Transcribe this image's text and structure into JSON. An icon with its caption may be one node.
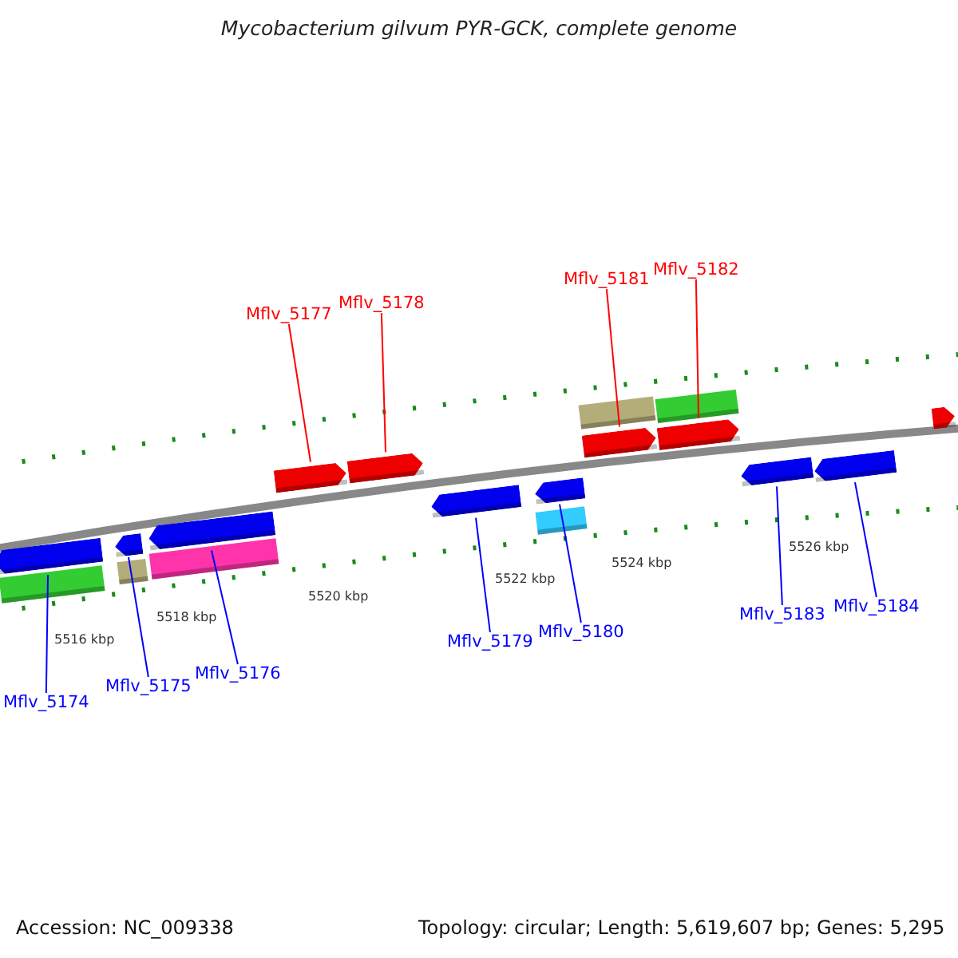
{
  "diagram": {
    "title": "Mycobacterium gilvum PYR-GCK, complete genome",
    "nodes": [
      {
        "text": [
          "Mflv_5174"
        ]
      },
      {
        "text": [
          "Mflv_5175"
        ]
      },
      {
        "text": [
          "Mflv_5176"
        ]
      },
      {
        "text": [
          "Mflv_5177"
        ]
      },
      {
        "text": [
          "Mflv_5178"
        ]
      },
      {
        "text": [
          "Mflv_5179"
        ]
      },
      {
        "text": [
          "Mflv_5180"
        ]
      },
      {
        "text": [
          "Mflv_5181"
        ]
      },
      {
        "text": [
          "Mflv_5182"
        ]
      },
      {
        "text": [
          "Mflv_5183"
        ]
      },
      {
        "text": [
          "Mflv_5184"
        ]
      },
      {
        "text": [],
        "shape": "arrow"
      },
      {
        "text": [],
        "shape": "arrow"
      },
      {
        "text": [],
        "shape": "arrow"
      },
      {
        "text": [],
        "shape": "arrow"
      },
      {
        "text": [],
        "shape": "arrow"
      },
      {
        "text": [],
        "shape": "arrow"
      },
      {
        "text": [],
        "shape": "arrow"
      },
      {
        "text": [],
        "shape": "arrow"
      },
      {
        "text": [],
        "shape": "arrow"
      },
      {
        "text": [],
        "shape": "arrow"
      },
      {
        "text": [],
        "shape": "arrow"
      },
      {
        "text": [],
        "shape": "arrow"
      },
      {
        "text": [],
        "shape": "bar"
      },
      {
        "text": [],
        "shape": "bar"
      },
      {
        "text": [],
        "shape": "bar"
      },
      {
        "text": [],
        "shape": "bar"
      },
      {
        "text": [],
        "shape": "bar"
      },
      {
        "text": [],
        "shape": "bar"
      }
    ],
    "edges": [
      {
        "from": 0,
        "to": 11,
        "arrow": "none"
      },
      {
        "from": 1,
        "to": 12,
        "arrow": "none"
      },
      {
        "from": 2,
        "to": 13,
        "arrow": "none"
      },
      {
        "from": 3,
        "to": 14,
        "arrow": "none",
        "color": "#ff0000"
      },
      {
        "from": 4,
        "to": 15,
        "arrow": "none",
        "color": "#ff0000"
      },
      {
        "from": 5,
        "to": 16,
        "arrow": "none"
      },
      {
        "from": 6,
        "to": 17,
        "arrow": "none"
      },
      {
        "from": 7,
        "to": 18,
        "arrow": "none",
        "color": "#ff0000"
      },
      {
        "from": 8,
        "to": 19,
        "arrow": "none",
        "color": "#ff0000"
      },
      {
        "from": 9,
        "to": 20,
        "arrow": "none"
      },
      {
        "from": 10,
        "to": 21,
        "arrow": "none"
      }
    ],
    "labels": [
      "5516 kbp",
      "5518 kbp",
      "5520 kbp",
      "5522 kbp",
      "5524 kbp",
      "5526 kbp",
      "Accession: NC_009338",
      "Topology: circular; Length: 5,619,607 bp; Genes: 5,295"
    ]
  }
}
